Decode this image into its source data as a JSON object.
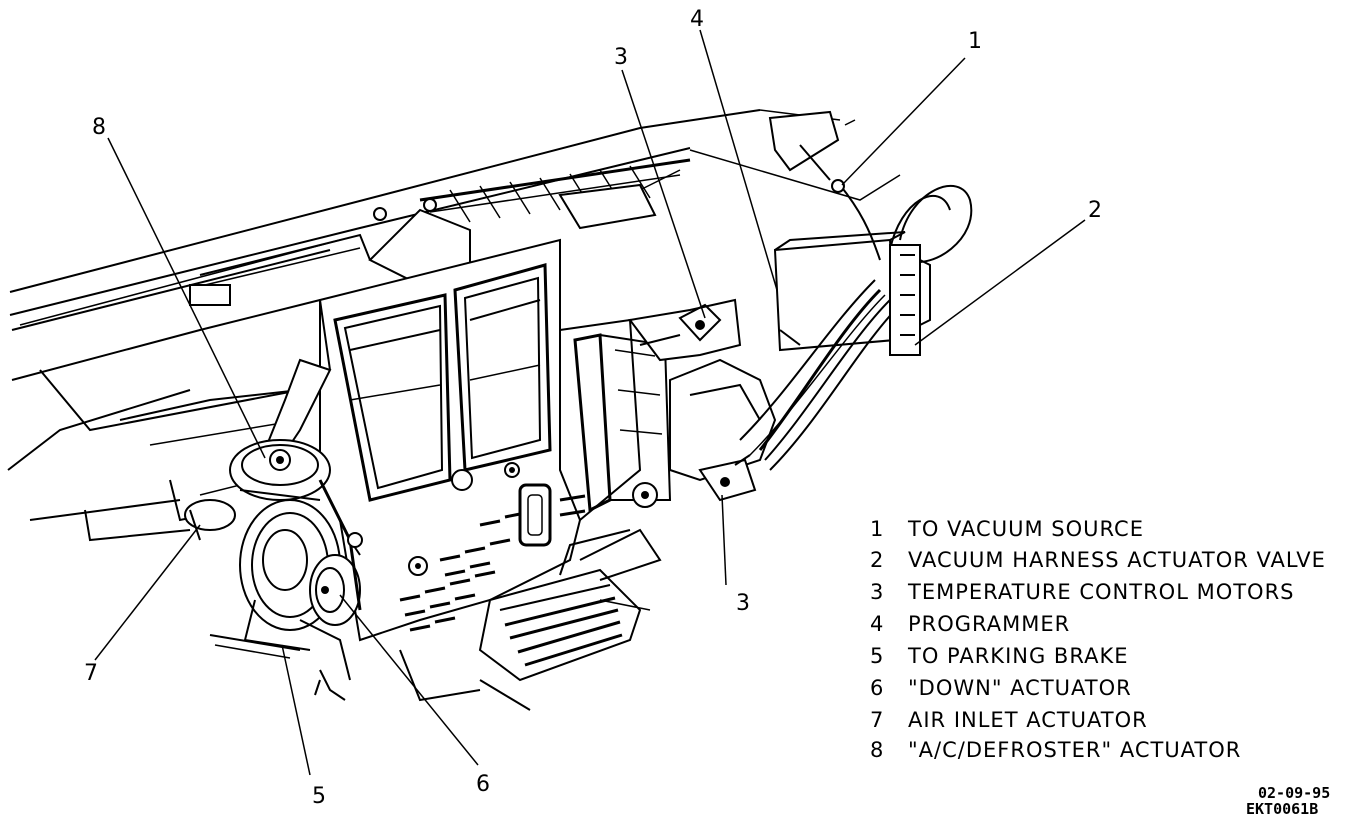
{
  "callouts": [
    {
      "id": "1",
      "label": "1"
    },
    {
      "id": "2",
      "label": "2"
    },
    {
      "id": "3a",
      "label": "3"
    },
    {
      "id": "3b",
      "label": "3"
    },
    {
      "id": "4",
      "label": "4"
    },
    {
      "id": "5",
      "label": "5"
    },
    {
      "id": "6",
      "label": "6"
    },
    {
      "id": "7",
      "label": "7"
    },
    {
      "id": "8",
      "label": "8"
    }
  ],
  "legend": [
    {
      "num": "1",
      "text": "TO VACUUM SOURCE"
    },
    {
      "num": "2",
      "text": "VACUUM HARNESS ACTUATOR VALVE"
    },
    {
      "num": "3",
      "text": "TEMPERATURE CONTROL MOTORS"
    },
    {
      "num": "4",
      "text": "PROGRAMMER"
    },
    {
      "num": "5",
      "text": "TO PARKING BRAKE"
    },
    {
      "num": "6",
      "text": "\"DOWN\" ACTUATOR"
    },
    {
      "num": "7",
      "text": "AIR INLET ACTUATOR"
    },
    {
      "num": "8",
      "text": "\"A/C/DEFROSTER\" ACTUATOR"
    }
  ],
  "codes": {
    "date": "02-09-95",
    "figure": "EKT0061B"
  }
}
